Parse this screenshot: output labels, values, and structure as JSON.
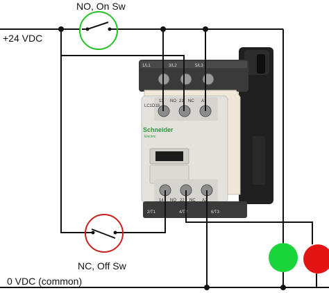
{
  "labels": {
    "no_switch": "NO, On Sw",
    "supply": "+24 VDC",
    "nc_switch": "NC, Off Sw",
    "common": "0 VDC (common)"
  },
  "contactor": {
    "brand": "Schneider",
    "brand_sub": "Electric",
    "model": "LC1D18",
    "top_terminals": [
      "13",
      "NO",
      "21",
      "NC",
      "A1"
    ],
    "bottom_terminals": [
      "14",
      "NO",
      "22",
      "NC",
      "A2"
    ],
    "power_top": [
      "1/L1",
      "3/L2",
      "5/L3"
    ],
    "power_bottom": [
      "2/T1",
      "4/T2",
      "6/T3"
    ]
  },
  "lamps": {
    "on_color": "#19d43a",
    "off_color": "#e21414"
  },
  "colors": {
    "wire": "#111111",
    "no_switch_ring": "#22c322",
    "nc_switch_ring": "#c81e1e"
  }
}
